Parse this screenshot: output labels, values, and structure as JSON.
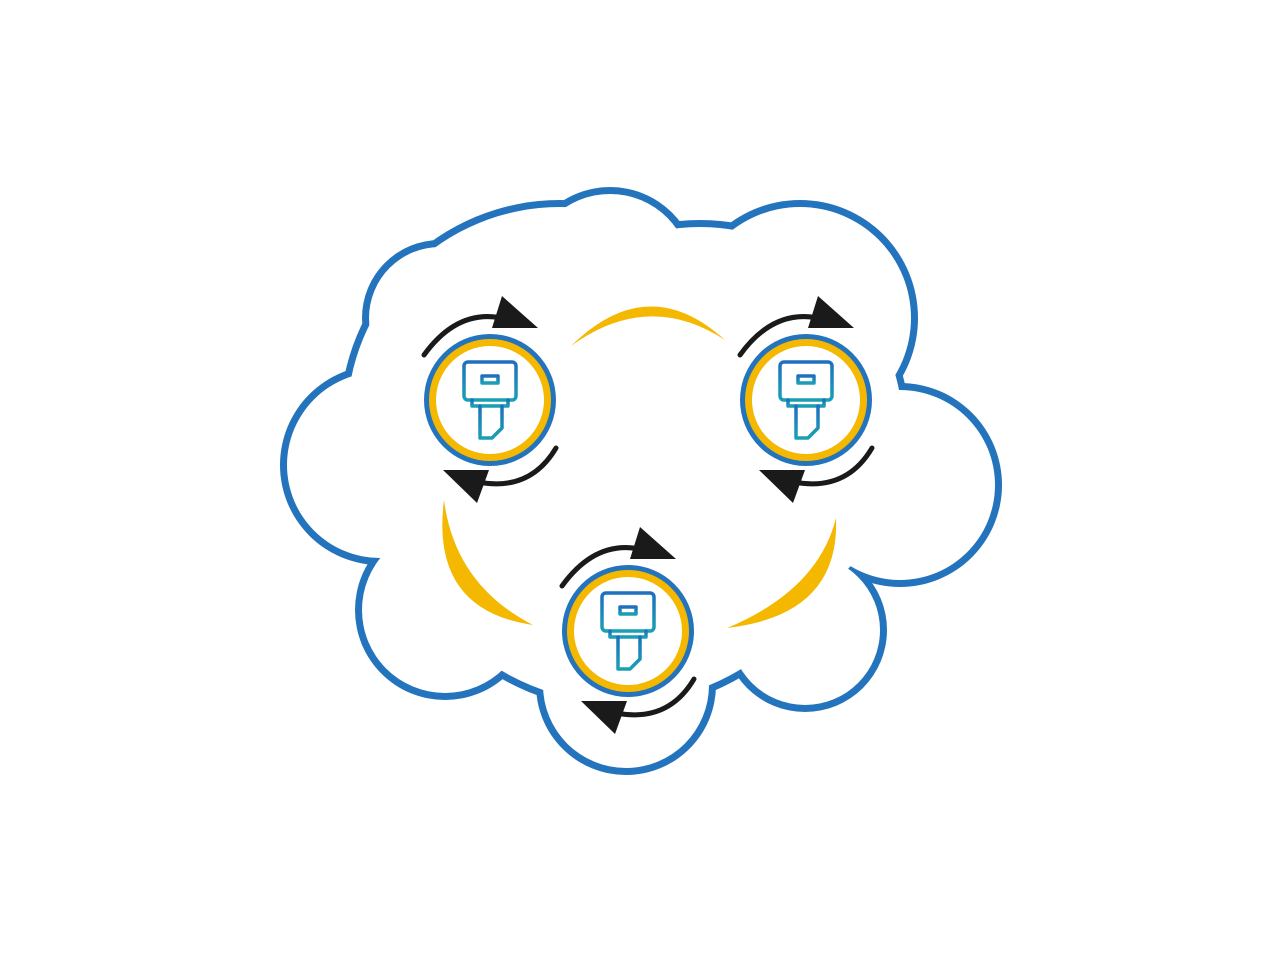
{
  "diagram": {
    "type": "cloud-key-rotation",
    "shape": "cloud",
    "nodes": [
      {
        "id": "key-node-left",
        "icon": "key-icon",
        "rotation": "cycle-arrows"
      },
      {
        "id": "key-node-right",
        "icon": "key-icon",
        "rotation": "cycle-arrows"
      },
      {
        "id": "key-node-bottom",
        "icon": "key-icon",
        "rotation": "cycle-arrows"
      }
    ],
    "connectors": [
      "top-arc",
      "left-arc",
      "right-arc"
    ]
  },
  "colors": {
    "cloud_outline": "#2474bd",
    "ring_outer": "#2474bd",
    "ring_inner": "#f5b800",
    "connector": "#f5b800",
    "arrow": "#1a1a1a",
    "key_top": "#1f6fbf",
    "key_bottom": "#19a0b4",
    "background": "#ffffff"
  }
}
